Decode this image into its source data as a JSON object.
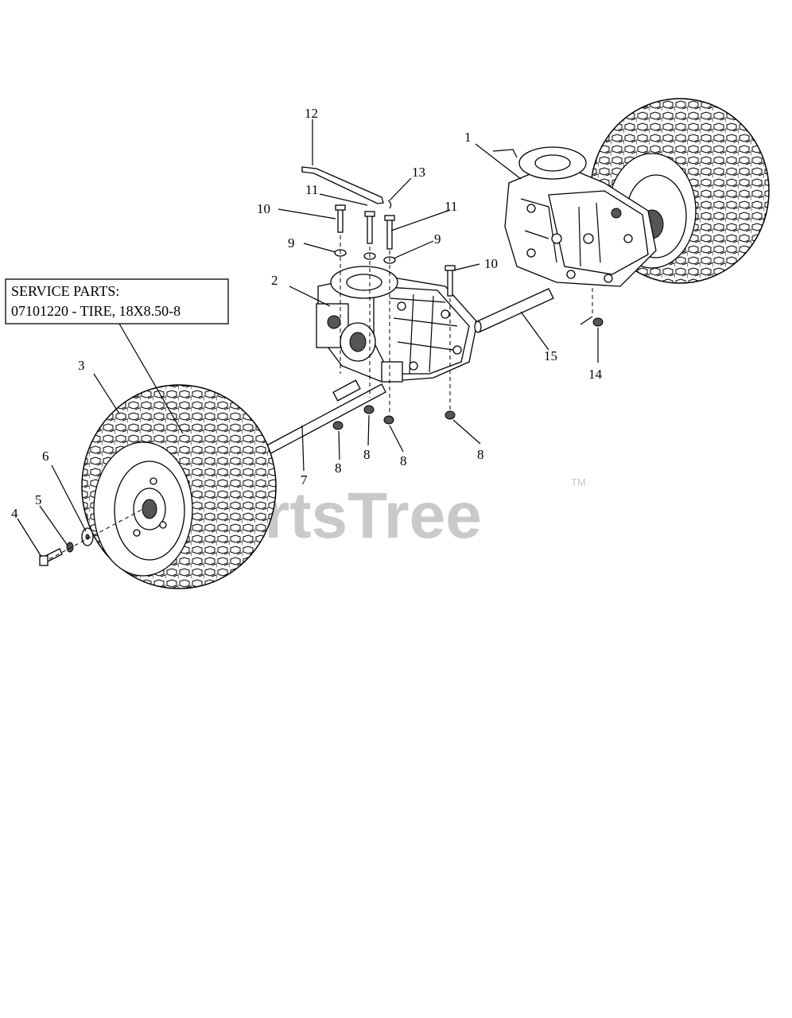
{
  "service_parts": {
    "heading": "SERVICE PARTS:",
    "line": "07101220 - TIRE, 18X8.50-8"
  },
  "watermark": {
    "text": "PartsTree",
    "tm": "TM"
  },
  "callouts": [
    {
      "label": "1"
    },
    {
      "label": "2"
    },
    {
      "label": "3"
    },
    {
      "label": "4"
    },
    {
      "label": "5"
    },
    {
      "label": "6"
    },
    {
      "label": "7"
    },
    {
      "label": "8"
    },
    {
      "label": "8"
    },
    {
      "label": "8"
    },
    {
      "label": "8"
    },
    {
      "label": "9"
    },
    {
      "label": "9"
    },
    {
      "label": "10"
    },
    {
      "label": "10"
    },
    {
      "label": "11"
    },
    {
      "label": "11"
    },
    {
      "label": "12"
    },
    {
      "label": "13"
    },
    {
      "label": "14"
    },
    {
      "label": "15"
    }
  ]
}
